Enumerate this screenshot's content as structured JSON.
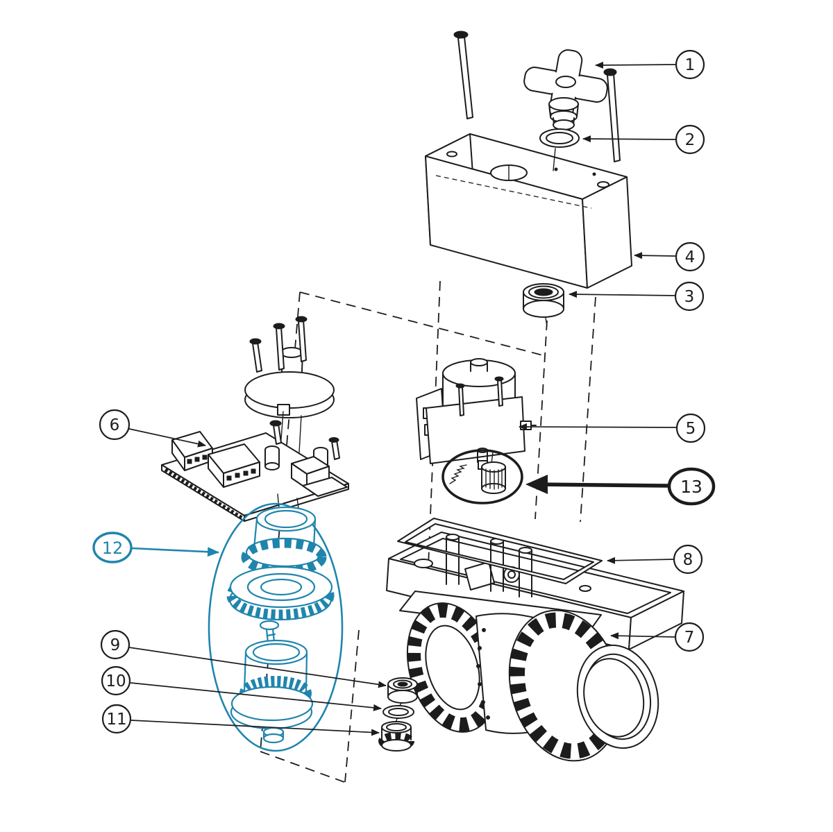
{
  "figure": {
    "type": "exploded-parts-diagram",
    "callouts": [
      {
        "label": "1"
      },
      {
        "label": "2"
      },
      {
        "label": "3"
      },
      {
        "label": "4"
      },
      {
        "label": "5"
      },
      {
        "label": "6"
      },
      {
        "label": "7"
      },
      {
        "label": "8"
      },
      {
        "label": "9"
      },
      {
        "label": "10"
      },
      {
        "label": "11"
      },
      {
        "label": "12"
      },
      {
        "label": "13"
      }
    ],
    "colors": {
      "line": "#1c1c1c",
      "highlight": "#1f85ad",
      "background": "#ffffff"
    }
  }
}
